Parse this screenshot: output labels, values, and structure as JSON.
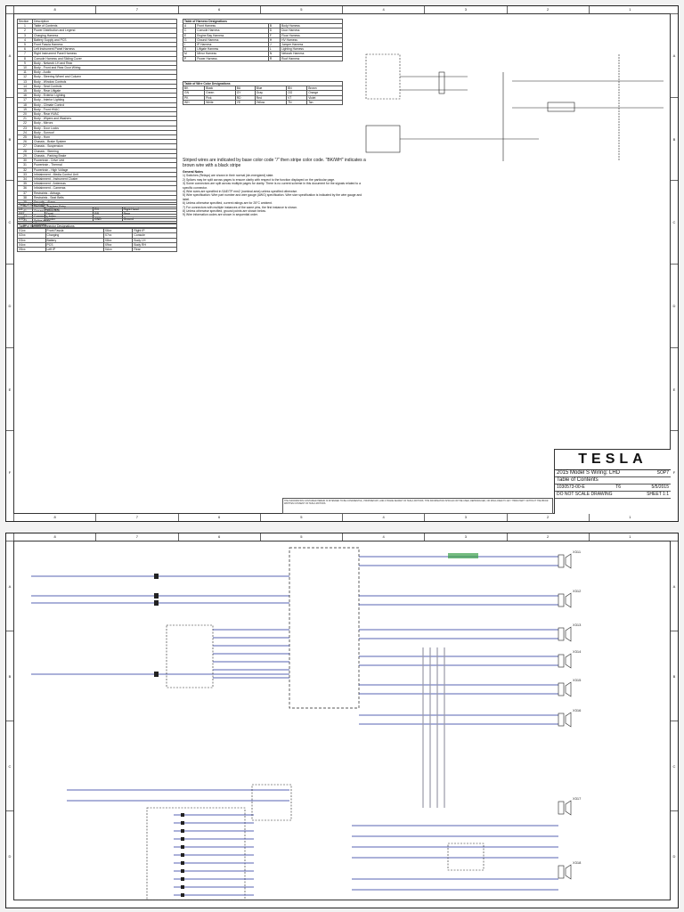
{
  "sheet1": {
    "col_ticks": [
      "8",
      "7",
      "6",
      "5",
      "4",
      "3",
      "2",
      "1"
    ],
    "row_ticks": [
      "A",
      "B",
      "C",
      "D",
      "E",
      "F"
    ],
    "toc": {
      "header": [
        "Section",
        "Description"
      ],
      "rows": [
        [
          "1",
          "Table of Contents"
        ],
        [
          "2",
          "Power Distribution and Legend"
        ],
        [
          "3",
          "Charging Harness"
        ],
        [
          "4",
          "Battery Supply and PCS"
        ],
        [
          "5",
          "Front Fascia Harness"
        ],
        [
          "6",
          "Left Instrument Panel Harness"
        ],
        [
          "7",
          "Right Instrument Panel Harness"
        ],
        [
          "8",
          "Console Harness and Sliding Cover"
        ],
        [
          "9",
          "Body - Network LH and Rear"
        ],
        [
          "10",
          "Body - Front and Rear Door Wiring"
        ],
        [
          "11",
          "Body - Audio"
        ],
        [
          "12",
          "Body - Steering Wheel and Column"
        ],
        [
          "13",
          "Body - Window Controls"
        ],
        [
          "14",
          "Body - Seat Controls"
        ],
        [
          "15",
          "Body - Rear Liftgate"
        ],
        [
          "16",
          "Body - Exterior Lighting"
        ],
        [
          "17",
          "Body - Interior Lighting"
        ],
        [
          "18",
          "Body - Climate Control"
        ],
        [
          "19",
          "Body - Front HVAC"
        ],
        [
          "20",
          "Body - Rear HVAC"
        ],
        [
          "21",
          "Body - Wipers and Washers"
        ],
        [
          "22",
          "Body - Mirrors"
        ],
        [
          "23",
          "Body - Door Locks"
        ],
        [
          "24",
          "Body - Sunroof"
        ],
        [
          "25",
          "Body - Horn"
        ],
        [
          "26",
          "Chassis - Brake System"
        ],
        [
          "27",
          "Chassis - Suspension"
        ],
        [
          "28",
          "Chassis - Steering"
        ],
        [
          "29",
          "Chassis - Parking Brake"
        ],
        [
          "30",
          "Powertrain - Drive Unit"
        ],
        [
          "31",
          "Powertrain - Thermal"
        ],
        [
          "32",
          "Powertrain - High Voltage"
        ],
        [
          "33",
          "Infotainment - Media Control Unit"
        ],
        [
          "34",
          "Infotainment - Instrument Cluster"
        ],
        [
          "35",
          "Infotainment - Antennas"
        ],
        [
          "36",
          "Infotainment - Cameras"
        ],
        [
          "37",
          "Restraints - Airbags"
        ],
        [
          "38",
          "Restraints - Seat Belts"
        ],
        [
          "39",
          "Security - Alarm"
        ],
        [
          "40",
          "Security - Keyless Entry"
        ],
        [
          "41",
          "Ground Distribution"
        ],
        [
          "42",
          "Connector Index"
        ],
        [
          "43",
          "Splice Index"
        ],
        [
          "44",
          "Appendix"
        ]
      ]
    },
    "abbrev": {
      "title": "Table of Abbreviations",
      "rows": [
        [
          "LH",
          "Left Hand",
          "RH",
          "Right Hand"
        ],
        [
          "FRT",
          "Front",
          "RR",
          "Rear"
        ],
        [
          "CTR",
          "Center",
          "GND",
          "Ground"
        ]
      ]
    },
    "locations": {
      "title": "Table of Harness Connector Designations",
      "rows": [
        [
          "X1xx",
          "Front Fascia",
          "X6xx",
          "Right IP"
        ],
        [
          "X2xx",
          "Charging",
          "X7xx",
          "Console"
        ],
        [
          "X3xx",
          "Battery",
          "X8xx",
          "Body LH"
        ],
        [
          "X4xx",
          "PCS",
          "X9xx",
          "Body RH"
        ],
        [
          "X5xx",
          "Left IP",
          "XAxx",
          "Rear"
        ]
      ]
    },
    "color_table": {
      "title": "Table of Harness Designations",
      "rows": [
        [
          "A",
          "Front Harness",
          "B",
          "Body Harness"
        ],
        [
          "C",
          "Console Harness",
          "D",
          "Door Harness"
        ],
        [
          "E",
          "Engine Bay Harness",
          "F",
          "Floor Harness"
        ],
        [
          "G",
          "Ground Harness",
          "H",
          "HV Harness"
        ],
        [
          "I",
          "IP Harness",
          "J",
          "Jumper Harness"
        ],
        [
          "K",
          "Liftgate Harness",
          "L",
          "Lighting Harness"
        ],
        [
          "M",
          "Mirror Harness",
          "N",
          "Network Harness"
        ],
        [
          "P",
          "Power Harness",
          "R",
          "Roof Harness"
        ]
      ]
    },
    "wire_colors": {
      "title": "Table of Wire Color Designations",
      "rows": [
        [
          "BK",
          "Black",
          "BU",
          "Blue",
          "BN",
          "Brown"
        ],
        [
          "GN",
          "Green",
          "GY",
          "Gray",
          "OG",
          "Orange"
        ],
        [
          "PK",
          "Pink",
          "RD",
          "Red",
          "VT",
          "Violet"
        ],
        [
          "WH",
          "White",
          "YE",
          "Yellow",
          "TN",
          "Tan"
        ]
      ]
    },
    "stripe_note": "Striped wires are indicated by base color code \"/\" then stripe color code. \"BK/WH\" indicates a brown wire with a black stripe",
    "notes_title": "General Notes",
    "notes": [
      "1) Switches (Relays) are shown in their normal (de-energized) state.",
      "2) Splices may be split across pages to ensure clarity with respect to the function displayed on the particular page.",
      "3) Some connectors are split across multiple pages for clarity. There is no current scheme in this document for the signals related to a specific connector.",
      "4) Wire sizes are specified in SAE/TP mm2 (nominal area) unless specified otherwise.",
      "5) Wire specification: Wire part number and wire gauge (AWG) specification. Wire size specification is indicated by the wire gauge and label.",
      "6) Unless otherwise specified, current ratings are for 25°C ambient.",
      "7) For connectors with multiple instances of the same pins, the first instance is shown.",
      "8) Unless otherwise specified, ground points are shown below.",
      "9) Wire information codes are shown in sequential order."
    ],
    "title_block": {
      "logo": "TESLA",
      "project": "2015 Model S Wiring: LHD",
      "project_code": "SOP7",
      "title": "Table of Contents",
      "doc_number": "1030573-00-E",
      "rev": "T6",
      "date": "5/5/2015",
      "scale_note": "DO NOT SCALE DRAWING",
      "sheet": "SHEET 1:1"
    },
    "disclaimer": "THE INFORMATION CONTAINED HEREIN IS INTENDED TO BE CONFIDENTIAL, PROPRIETARY, AND A TRADE SECRET OF TESLA MOTORS. THIS INFORMATION SHOULD NOT BE USED, REPRODUCED, OR DISCLOSED TO ANY THIRD PARTY WITHOUT THE PRIOR WRITTEN CONSENT OF TESLA MOTORS."
  },
  "sheet2": {
    "col_ticks": [
      "8",
      "7",
      "6",
      "5",
      "4",
      "3",
      "2",
      "1"
    ],
    "row_ticks": [
      "A",
      "B",
      "C",
      "D"
    ],
    "speakers": [
      "X311",
      "X312",
      "X313",
      "X314",
      "X315",
      "X316",
      "X317",
      "X318"
    ]
  },
  "colors": {
    "wire_blue": "#1f2f9a",
    "wire_gray": "#9a9aa8",
    "accent_green": "#3aa04a",
    "line": "#222222"
  }
}
